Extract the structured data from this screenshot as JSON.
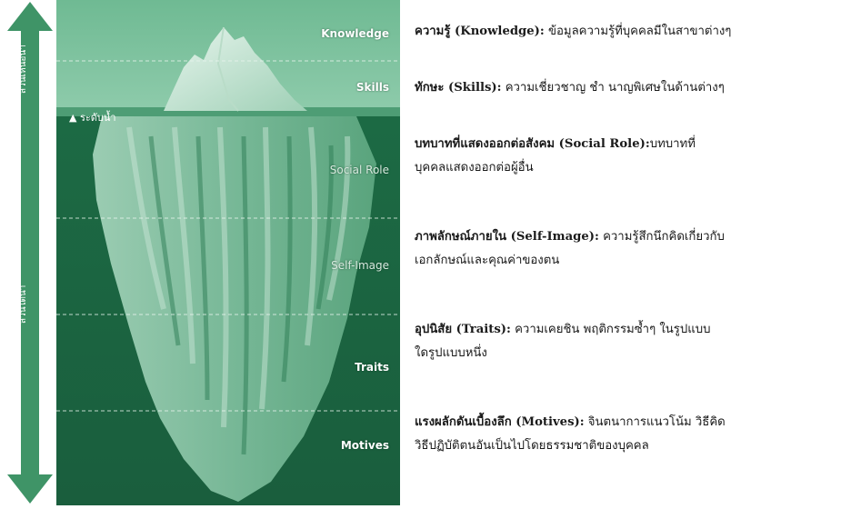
{
  "side_labels": {
    "above_water": "ส่วนเหนือน้ำ",
    "below_water": "ส่วนใต้น้ำ"
  },
  "waterline_label": "▲ ระดับน้ำ",
  "layers": [
    {
      "label": "Knowledge"
    },
    {
      "label": "Skills"
    },
    {
      "label": "Social Role"
    },
    {
      "label": "Self-Image"
    },
    {
      "label": "Traits"
    },
    {
      "label": "Motives"
    }
  ],
  "descriptions": [
    {
      "term": "ความรู้ (Knowledge):",
      "text": " ข้อมูลความรู้ที่บุคคลมีในสาขาต่างๆ",
      "text2": ""
    },
    {
      "term": "ทักษะ (Skills):",
      "text": " ความเชี่ยวชาญ ชำ นาญพิเศษในด้านต่างๆ",
      "text2": ""
    },
    {
      "term": "บทบาทที่แสดงออกต่อสังคม (Social Role):",
      "text": "บทบาทที่",
      "text2": "บุคคลแสดงออกต่อผู้อื่น"
    },
    {
      "term": "ภาพลักษณ์ภายใน (Self-Image):",
      "text": " ความรู้สึกนึกคิดเกี่ยวกับ",
      "text2": "เอกลักษณ์และคุณค่าของตน"
    },
    {
      "term": "อุปนิสัย (Traits):",
      "text": " ความเคยชิน พฤติกรรมซ้ำๆ ในรูปแบบ",
      "text2": "ใดรูปแบบหนึ่ง"
    },
    {
      "term": "แรงผลักดันเบื้องลึก (Motives):",
      "text": " จินตนาการแนวโน้ม วิธีคิด",
      "text2": "วิธีปฏิบัติตนอันเป็นไปโดยธรรมชาติของบุคคล"
    }
  ],
  "colors": {
    "sky": "#5fae86",
    "deep_water": "#1f6b45",
    "arrow": "#3f9467",
    "ice": "#d9efe2"
  }
}
